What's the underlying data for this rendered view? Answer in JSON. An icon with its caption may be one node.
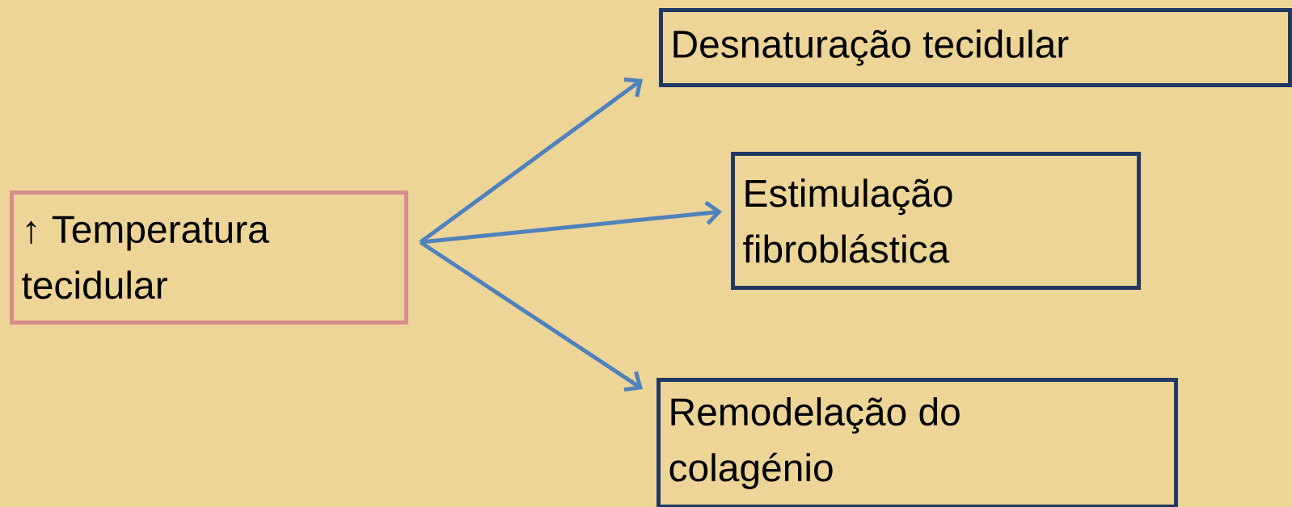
{
  "diagram": {
    "nodes": [
      {
        "text": [
          "↑ Temperatura tecidular"
        ]
      },
      {
        "text": [
          "Desnaturação tecidular"
        ]
      },
      {
        "text": [
          "Estimulação fibroblástica"
        ]
      },
      {
        "text": [
          "Remodelação do colagénio"
        ]
      }
    ],
    "edges": [
      {
        "from": 0,
        "to": 1,
        "arrow": "to"
      },
      {
        "from": 0,
        "to": 2,
        "arrow": "to"
      },
      {
        "from": 0,
        "to": 3,
        "arrow": "to"
      }
    ]
  }
}
